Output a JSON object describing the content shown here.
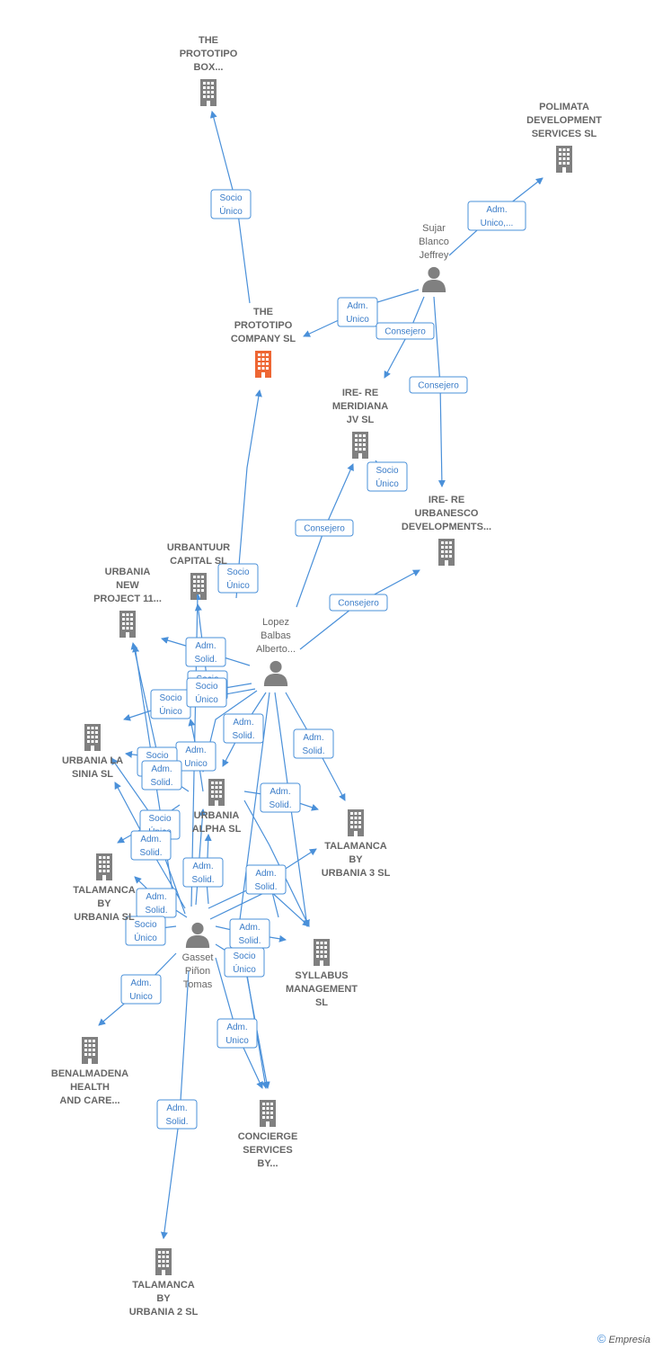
{
  "colors": {
    "edge": "#4a90d9",
    "company": "#808080",
    "company_main": "#ee6633",
    "person": "#808080"
  },
  "nodes": [
    {
      "id": "prototipo_box",
      "type": "company",
      "label": [
        "THE",
        "PROTOTIPO",
        "BOX..."
      ]
    },
    {
      "id": "polimata",
      "type": "company",
      "label": [
        "POLIMATA",
        "DEVELOPMENT",
        "SERVICES  SL"
      ]
    },
    {
      "id": "sujar",
      "type": "person",
      "label": [
        "Sujar",
        "Blanco",
        "Jeffrey"
      ]
    },
    {
      "id": "prototipo_company",
      "type": "company_main",
      "label": [
        "THE",
        "PROTOTIPO",
        "COMPANY  SL"
      ]
    },
    {
      "id": "ire_meridiana",
      "type": "company",
      "label": [
        "IRE- RE",
        "MERIDIANA",
        "JV  SL"
      ]
    },
    {
      "id": "ire_urbanesco",
      "type": "company",
      "label": [
        "IRE- RE",
        "URBANESCO",
        "DEVELOPMENTS..."
      ]
    },
    {
      "id": "urbantuur",
      "type": "company",
      "label": [
        "URBANTUUR",
        "CAPITAL  SL"
      ]
    },
    {
      "id": "urbania_new",
      "type": "company",
      "label": [
        "URBANIA",
        "NEW",
        "PROJECT 11..."
      ]
    },
    {
      "id": "lopez",
      "type": "person",
      "label": [
        "Lopez",
        "Balbas",
        "Alberto..."
      ]
    },
    {
      "id": "urbania_sinia",
      "type": "company",
      "label": [
        "URBANIA LA",
        "SINIA  SL"
      ]
    },
    {
      "id": "urbania_alpha",
      "type": "company",
      "label": [
        "URBANIA",
        "ALPHA  SL"
      ]
    },
    {
      "id": "talamanca3",
      "type": "company",
      "label": [
        "TALAMANCA",
        "BY",
        "URBANIA 3  SL"
      ]
    },
    {
      "id": "talamanca_left",
      "type": "company",
      "label": [
        "TALAMANCA",
        "BY",
        "URBANIA  SL"
      ]
    },
    {
      "id": "gasset",
      "type": "person",
      "label": [
        "Gasset",
        "Piñon",
        "Tomas"
      ]
    },
    {
      "id": "syllabus",
      "type": "company",
      "label": [
        "SYLLABUS",
        "MANAGEMENT",
        "SL"
      ]
    },
    {
      "id": "benalmadena",
      "type": "company",
      "label": [
        "BENALMADENA",
        "HEALTH",
        "AND CARE..."
      ]
    },
    {
      "id": "concierge",
      "type": "company",
      "label": [
        "CONCIERGE",
        "SERVICES",
        "BY..."
      ]
    },
    {
      "id": "talamanca2",
      "type": "company",
      "label": [
        "TALAMANCA",
        "BY",
        "URBANIA 2  SL"
      ]
    }
  ],
  "edge_labels": [
    [
      "Socio",
      "Único"
    ],
    [
      "Adm.",
      "Unico,..."
    ],
    [
      "Adm.",
      "Unico"
    ],
    [
      "Consejero"
    ],
    [
      "Consejero"
    ],
    [
      "Socio",
      "Único"
    ],
    [
      "Consejero"
    ],
    [
      "Socio",
      "Único"
    ],
    [
      "Consejero"
    ],
    [
      "Adm.",
      "Solid."
    ],
    [
      "Socio",
      "Único"
    ],
    [
      "Socio",
      "Único"
    ],
    [
      "Adm.",
      "Solid."
    ],
    [
      "Adm.",
      "Solid."
    ],
    [
      "Socio",
      "Único"
    ],
    [
      "Adm.",
      "Solid."
    ],
    [
      "Adm.",
      "Unico"
    ],
    [
      "Socio",
      "Único"
    ],
    [
      "Adm.",
      "Solid."
    ],
    [
      "Socio",
      "Único"
    ],
    [
      "Adm.",
      "Solid."
    ],
    [
      "Adm.",
      "Solid."
    ],
    [
      "Adm.",
      "Solid."
    ],
    [
      "Adm.",
      "Solid."
    ],
    [
      "Socio",
      "Único"
    ],
    [
      "Adm.",
      "Unico"
    ],
    [
      "Adm.",
      "Unico"
    ],
    [
      "Adm.",
      "Solid."
    ],
    [
      "Socio",
      "Único"
    ],
    [
      "Adm.",
      "Solid."
    ]
  ],
  "footer": {
    "copyright": "©",
    "brand": "Empresia"
  }
}
